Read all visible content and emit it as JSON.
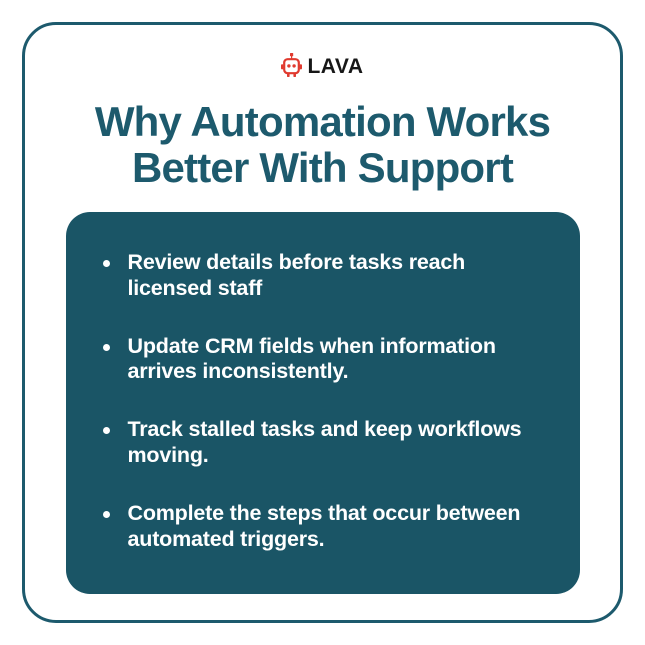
{
  "brand": {
    "icon_name": "robot-head-icon",
    "icon_color": "#e03a2f",
    "wordmark": "LAVA",
    "wordmark_color": "#171717"
  },
  "headline": {
    "line1": "Why Automation Works",
    "line2": "Better With Support",
    "color": "#1d5a6d"
  },
  "card": {
    "background_color": "#1a5566",
    "text_color": "#ffffff",
    "bullets": [
      {
        "text": "Review details before tasks reach licensed staff"
      },
      {
        "text": "Update CRM fields when information arrives inconsistently."
      },
      {
        "text": "Track stalled tasks and keep workflows moving."
      },
      {
        "text": "Complete the steps that occur between automated triggers."
      }
    ]
  },
  "frame": {
    "border_color": "#1d5a6d",
    "background_color": "#ffffff"
  }
}
